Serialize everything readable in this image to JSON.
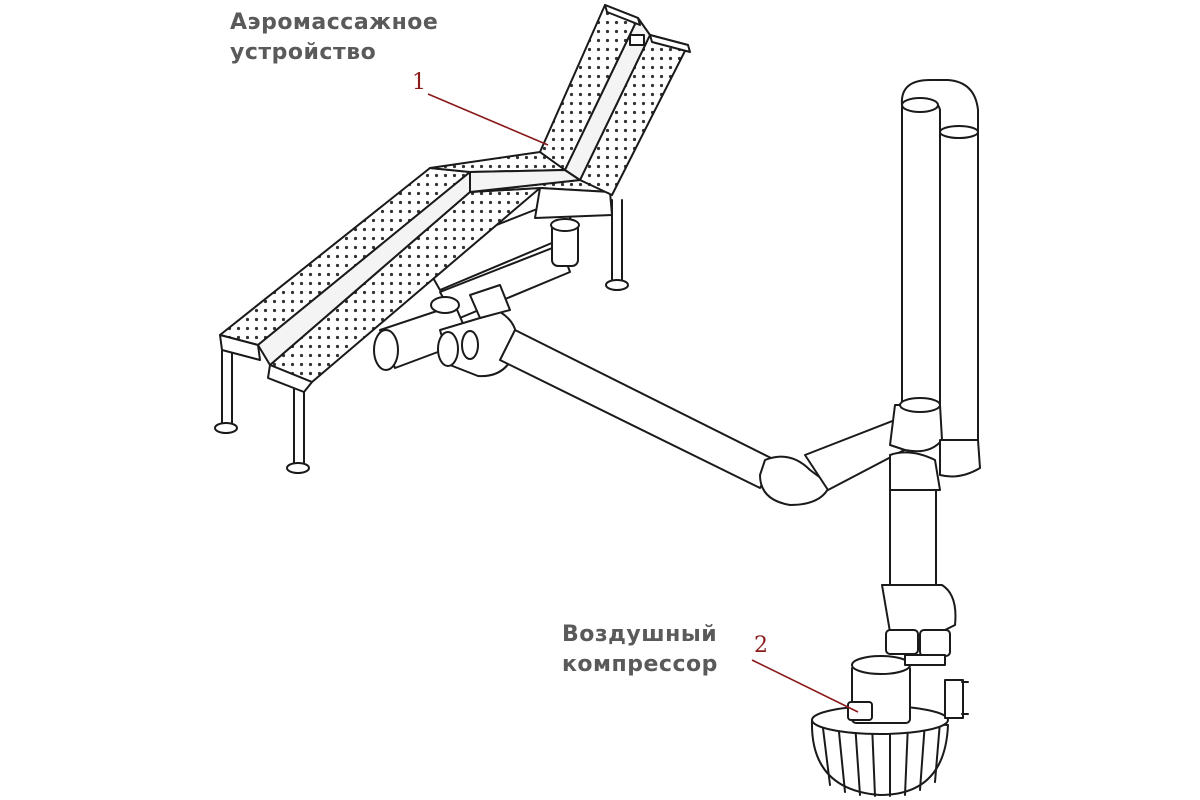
{
  "labels": {
    "device_line1": "Аэромассажное",
    "device_line2": "устройство",
    "compressor_line1": "Воздушный",
    "compressor_line2": "компрессор"
  },
  "callouts": [
    {
      "number": "1"
    },
    {
      "number": "2"
    }
  ],
  "colors": {
    "label_text": "#5a5a5a",
    "callout_number": "#8b1a1a",
    "leader_line": "#8b1a1a",
    "outline": "#1a1a1a"
  }
}
